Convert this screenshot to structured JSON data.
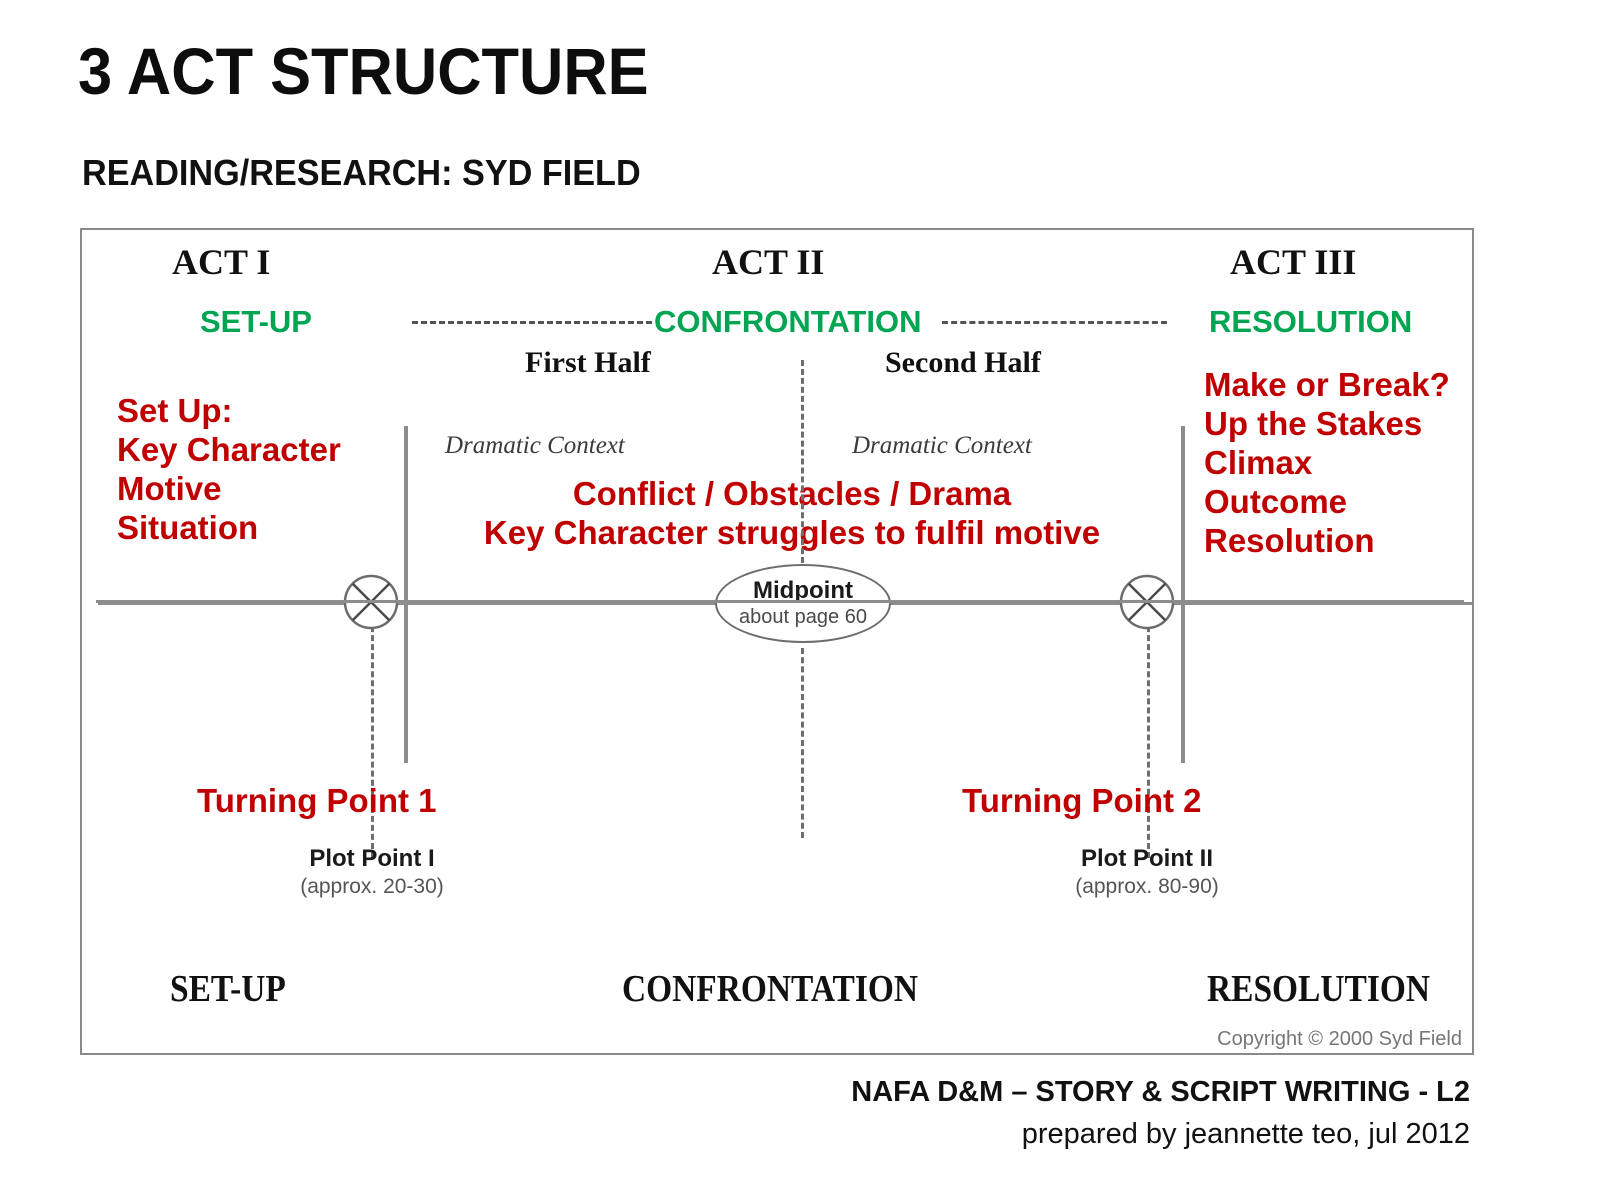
{
  "header": {
    "title": "3 ACT STRUCTURE",
    "subtitle": "READING/RESEARCH: SYD FIELD"
  },
  "colors": {
    "red": "#C00000",
    "green": "#00A551",
    "line_gray": "#8d8d8d",
    "text_black": "#111111"
  },
  "diagram": {
    "acts": [
      {
        "heading": "ACT I",
        "phase": "SET-UP"
      },
      {
        "heading": "ACT II",
        "phase": "CONFRONTATION"
      },
      {
        "heading": "ACT III",
        "phase": "RESOLUTION"
      }
    ],
    "halves": [
      "First Half",
      "Second Half"
    ],
    "dramatic_context": [
      "Dramatic Context",
      "Dramatic Context"
    ],
    "annotations": {
      "act1": "Set Up:\nKey Character\nMotive\nSituation",
      "act2": "Conflict / Obstacles / Drama\nKey Character struggles to fulfil motive",
      "act3": "Make or Break?\nUp the Stakes\nClimax\nOutcome\nResolution"
    },
    "turning_points": [
      {
        "label": "Turning Point 1",
        "plot_point": "Plot Point I",
        "pages": "(approx. 20-30)"
      },
      {
        "label": "Turning Point 2",
        "plot_point": "Plot Point II",
        "pages": "(approx. 80-90)"
      }
    ],
    "midpoint": {
      "title": "Midpoint",
      "subtitle": "about page 60"
    },
    "bottom_labels": [
      "SET-UP",
      "CONFRONTATION",
      "RESOLUTION"
    ],
    "copyright": "Copyright © 2000 Syd Field"
  },
  "footer": {
    "line1": "NAFA D&M – STORY & SCRIPT WRITING - L2",
    "line2": "prepared by jeannette teo, jul 2012"
  }
}
